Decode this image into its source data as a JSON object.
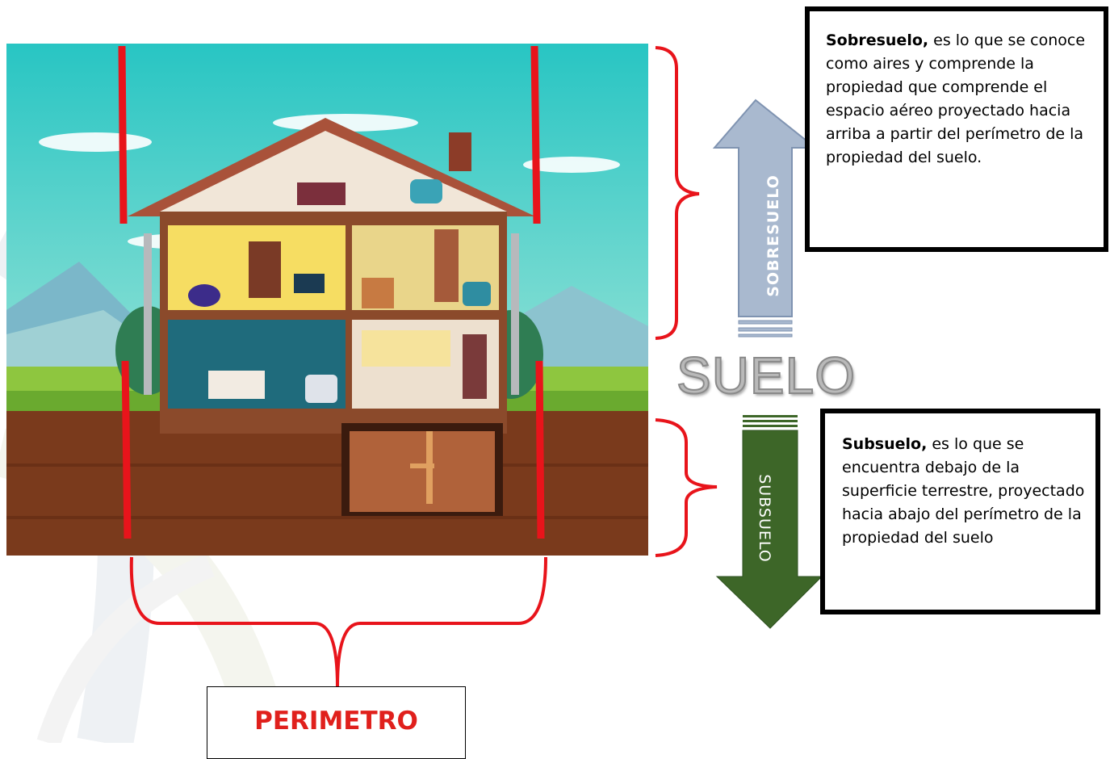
{
  "diagram": {
    "center_label": "SUELO",
    "arrow_up_label": "SOBRESUELO",
    "arrow_down_label": "SUBSUELO",
    "perimeter_label": "PERIMETRO",
    "sobresuelo_box": {
      "term": "Sobresuelo,",
      "text": " es lo que se conoce como aires y comprende la propiedad que comprende el espacio aéreo proyectado hacia arriba a partir del perímetro de la propiedad del suelo."
    },
    "subsuelo_box": {
      "term": "Subsuelo,",
      "text": " es lo que se encuentra debajo de la superficie terrestre, proyectado hacia abajo del perímetro de la propiedad del suelo"
    }
  },
  "colors": {
    "sky_top": "#2cc8c6",
    "sky_bottom": "#bfeee0",
    "ground": "#7a3a1c",
    "perimeter_lines": "#e8141b",
    "arrow_up_fill": "#a9b9cf",
    "arrow_up_stroke": "#7f93b1",
    "arrow_down_fill": "#3d6628",
    "perimeter_text": "#e0201c"
  },
  "icons": [
    "house-cutaway-illustration",
    "arrow-up-icon",
    "arrow-down-icon",
    "curly-brace-icon"
  ]
}
